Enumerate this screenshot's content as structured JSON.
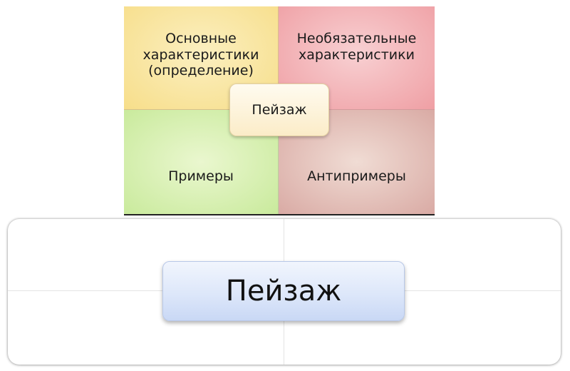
{
  "top_diagram": {
    "top_left": "Основные характеристики (определение)",
    "top_right": "Необязательные характеристики",
    "bottom_left": "Примеры",
    "bottom_right": "Антипримеры",
    "center": "Пейзаж"
  },
  "bottom_diagram": {
    "center": "Пейзаж"
  },
  "colors": {
    "top_left": "#f7de8a",
    "top_right": "#ef9fa4",
    "bottom_left": "#c9ea9c",
    "bottom_right": "#d9aaa4",
    "center_small": "#fbecc8",
    "center_big": "#dde7fa"
  }
}
